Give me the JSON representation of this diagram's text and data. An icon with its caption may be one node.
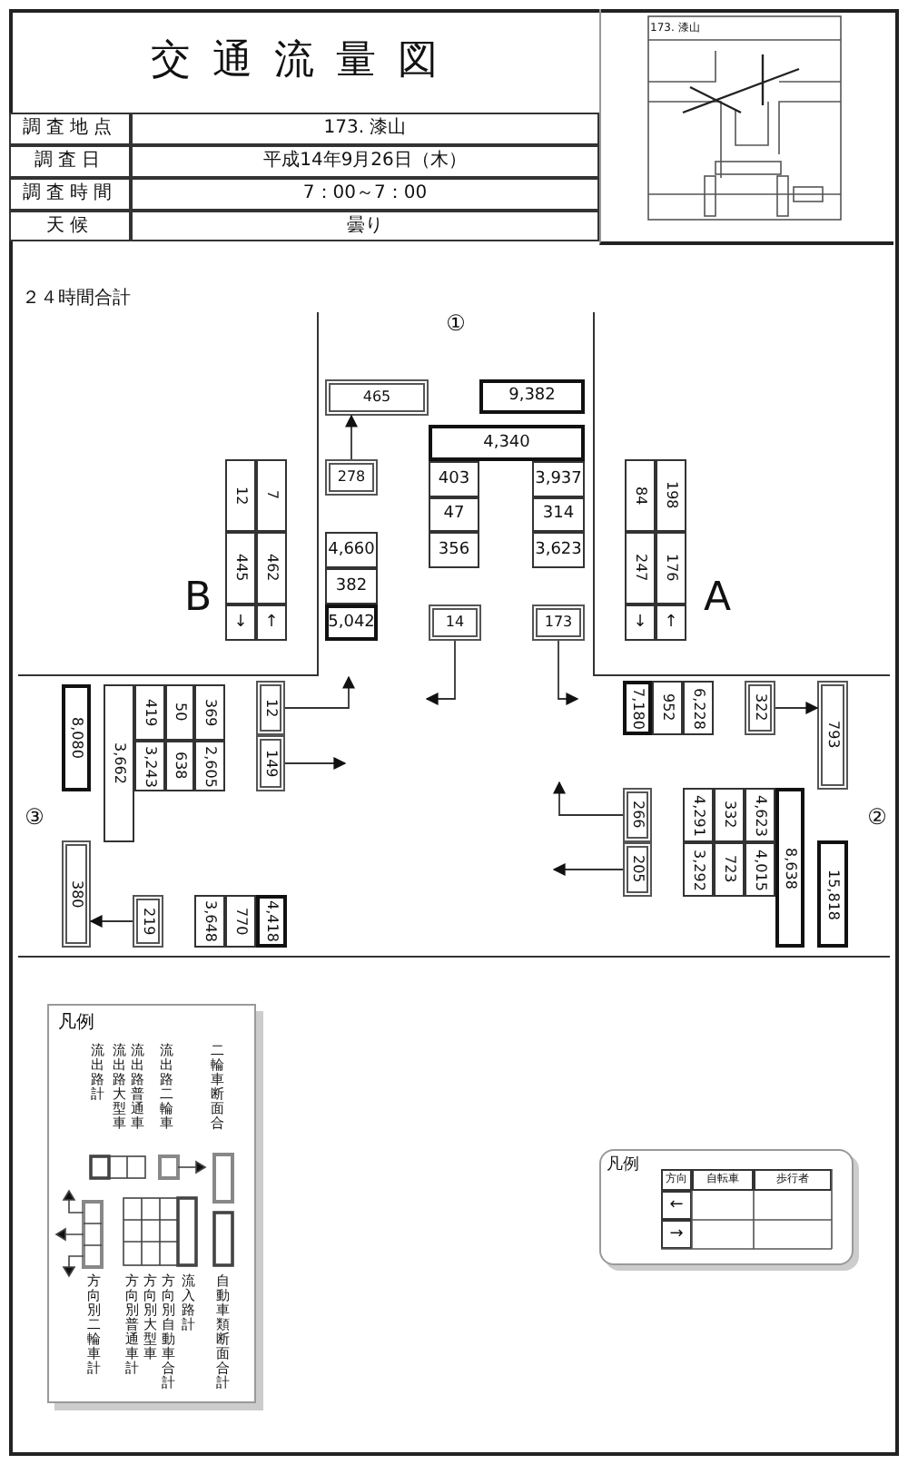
{
  "diagram": {
    "title": "交通流量図",
    "nodes": [
      {
        "text": [
          "465"
        ]
      },
      {
        "text": [
          "278"
        ]
      },
      {
        "text": [
          "14"
        ]
      },
      {
        "text": [
          "173"
        ]
      },
      {
        "text": [
          "12"
        ]
      },
      {
        "text": [
          "149"
        ]
      },
      {
        "text": [
          "322"
        ]
      },
      {
        "text": [
          "793"
        ]
      },
      {
        "text": [
          "266"
        ]
      },
      {
        "text": [
          "205"
        ]
      },
      {
        "text": [
          "219"
        ]
      },
      {
        "text": [
          "380"
        ]
      }
    ],
    "edges": [
      {
        "from": 1,
        "to": 0,
        "arrow": "to"
      },
      {
        "from": 2,
        "to": null,
        "arrow": "to"
      },
      {
        "from": 3,
        "to": null,
        "arrow": "to"
      },
      {
        "from": 4,
        "to": null,
        "arrow": "to"
      },
      {
        "from": 5,
        "to": null,
        "arrow": "to"
      },
      {
        "from": 6,
        "to": 7,
        "arrow": "to"
      },
      {
        "from": 8,
        "to": null,
        "arrow": "to"
      },
      {
        "from": 9,
        "to": null,
        "arrow": "to"
      },
      {
        "from": 10,
        "to": 11,
        "arrow": "to"
      }
    ],
    "labels": [
      "調査地点",
      "173. 漆山",
      "調査日",
      "平成14年9月26日（木）",
      "調査時間",
      "7：00～7：00",
      "天候",
      "曇り",
      "173. 漆山",
      "２４時間合計",
      "①",
      "9,382",
      "4,340",
      "403",
      "3,937",
      "47",
      "314",
      "4,660",
      "356",
      "3,623",
      "382",
      "5,042",
      "12",
      "7",
      "445",
      "462",
      "↓",
      "↑",
      "B",
      "84",
      "198",
      "247",
      "176",
      "↓",
      "↑",
      "A",
      "8,080",
      "3,662",
      "419",
      "50",
      "369",
      "3,243",
      "638",
      "2,605",
      "③",
      "7,180",
      "952",
      "6,228",
      "②",
      "4,291",
      "332",
      "4,623",
      "3,292",
      "723",
      "4,015",
      "8,638",
      "15,818",
      "3,648",
      "770",
      "4,418",
      "凡例",
      "凡例",
      "方向",
      "自転車",
      "歩行者",
      "←",
      "→"
    ],
    "legend": [
      {
        "text": "流出路計"
      },
      {
        "text": "流出路大型車"
      },
      {
        "text": "流出路普通車"
      },
      {
        "text": "流出路二輪車"
      },
      {
        "text": "二輪車断面合"
      },
      {
        "text": "方向別二輪車計"
      },
      {
        "text": "方向別普通車計"
      },
      {
        "text": "方向別大型車"
      },
      {
        "text": "方向別自動車合計"
      },
      {
        "text": "流入路計"
      },
      {
        "text": "自動車類断面合計"
      }
    ]
  }
}
